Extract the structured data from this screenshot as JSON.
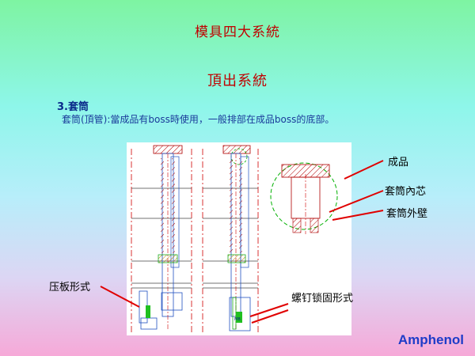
{
  "slide": {
    "title": "模具四大系統",
    "subtitle": "頂出系統",
    "heading": "3.套筒",
    "description": "套筒(頂管):當成品有boss時使用，一般排部在成品boss的底部。"
  },
  "callouts": {
    "product": "成品",
    "sleeve_core": "套筒內芯",
    "sleeve_wall": "套筒外壁",
    "plate_type": "压板形式",
    "screw_type": "螺钉锁固形式"
  },
  "brand": "Amphenol",
  "colors": {
    "title_red": "#c00000",
    "text_blue": "#1a3a9a",
    "brand_blue": "#1e3cc8",
    "arrow_red": "#e00000",
    "part_green": "#00a000",
    "hatch_red": "#b00000",
    "line_blue": "#2050c0"
  }
}
